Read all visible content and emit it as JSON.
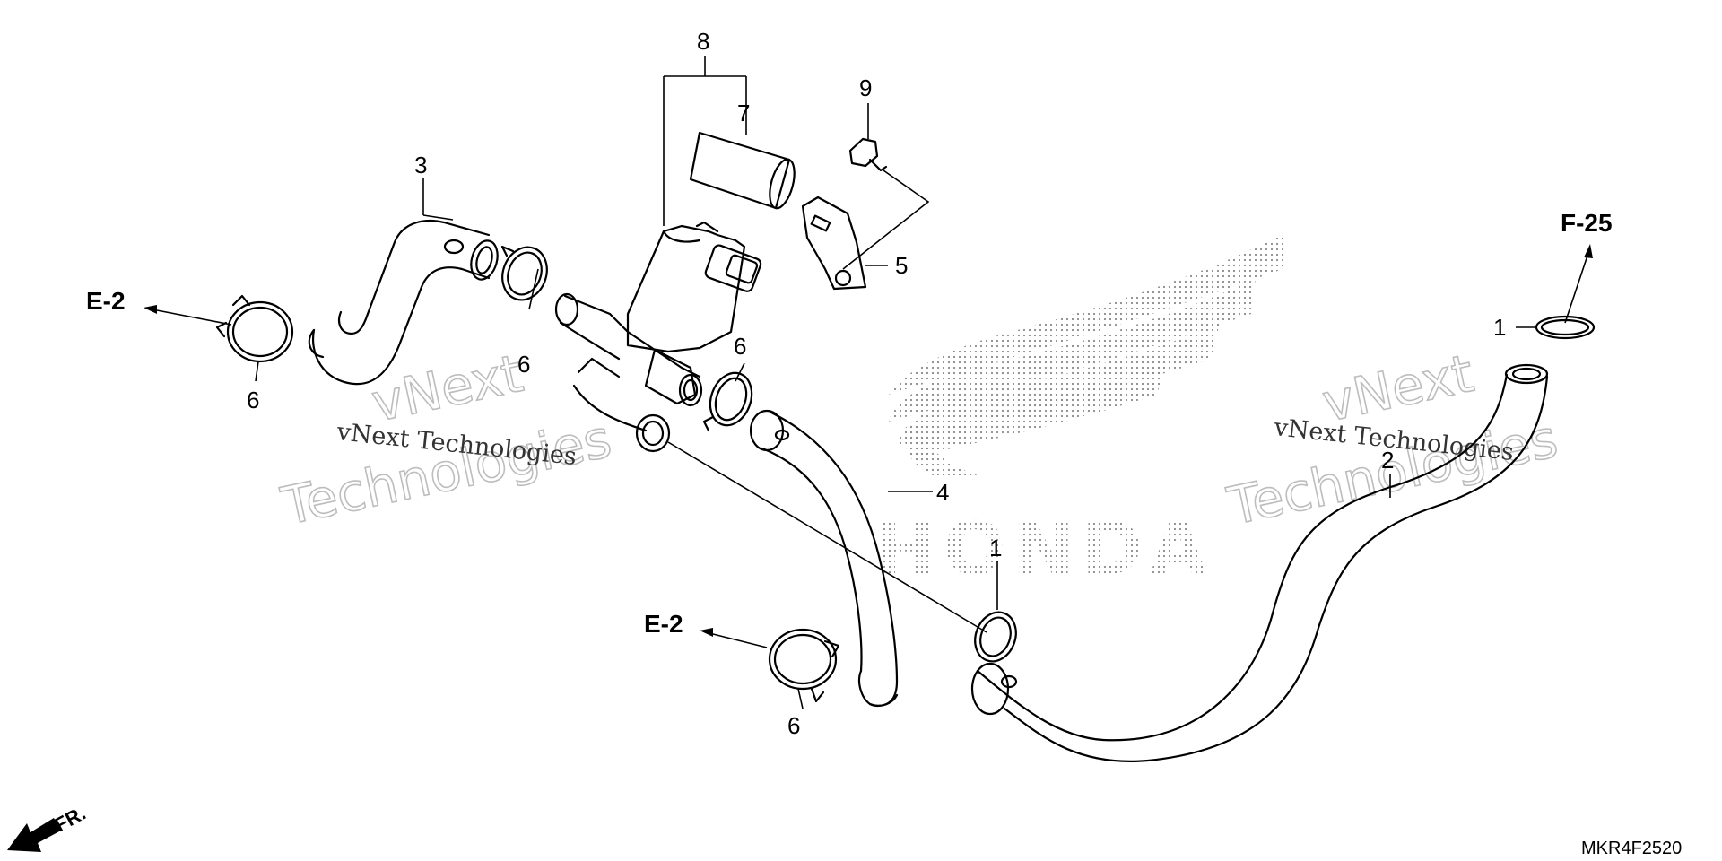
{
  "callouts": [
    {
      "id": "c1a",
      "text": "1"
    },
    {
      "id": "c1b",
      "text": "1"
    },
    {
      "id": "c2",
      "text": "2"
    },
    {
      "id": "c3",
      "text": "3"
    },
    {
      "id": "c4",
      "text": "4"
    },
    {
      "id": "c5",
      "text": "5"
    },
    {
      "id": "c6a",
      "text": "6"
    },
    {
      "id": "c6b",
      "text": "6"
    },
    {
      "id": "c6c",
      "text": "6"
    },
    {
      "id": "c6d",
      "text": "6"
    },
    {
      "id": "c7",
      "text": "7"
    },
    {
      "id": "c8",
      "text": "8"
    },
    {
      "id": "c9",
      "text": "9"
    }
  ],
  "references": {
    "e2_upper": "E-2",
    "e2_lower": "E-2",
    "f25": "F-25"
  },
  "front_marker": "FR.",
  "diagram_code": "MKR4F2520",
  "logo_text": "HONDA",
  "watermarks": {
    "left_small": "vNext Technologies",
    "left_big_line1": "vNext",
    "left_big_line2": "Technologies",
    "right_small": "vNext Technologies",
    "right_big_line1": "vNext",
    "right_big_line2": "Technologies"
  },
  "icons": {
    "front_arrow": "front-direction-arrow-icon",
    "logo": "honda-wing-logo"
  }
}
